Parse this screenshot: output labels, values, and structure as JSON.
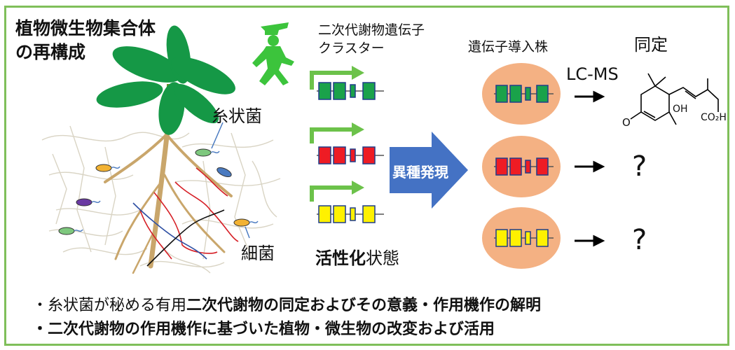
{
  "title": {
    "line1": "植物微生物集合体",
    "line2": "の再構成"
  },
  "labels": {
    "gene_cluster_1": "二次代謝物遺伝子",
    "gene_cluster_2": "クラスター",
    "transgenic": "遺伝子導入株",
    "identification": "同定",
    "lcms": "LC-MS",
    "filamentous": "糸状菌",
    "bacteria": "細菌",
    "heterologous": "異種発現",
    "active_state_bold": "活性化",
    "active_state_rest": "状態",
    "question1": "?",
    "question2": "?",
    "oh": "OH",
    "co2h": "CO₂H",
    "ketone_o": "O"
  },
  "bullets": [
    {
      "normal": "・糸状菌が秘める有用",
      "bold": "二次代謝物の同定およびその意義・作用機作の解明"
    },
    {
      "normal": "",
      "bold": "・二次代謝物の作用機作に基づいた植物・微生物の改変および活用"
    }
  ],
  "colors": {
    "border": "#7fbf5a",
    "leaf": "#159846",
    "green_gene": "#1aa24a",
    "red_gene": "#ee1c24",
    "yellow_gene": "#fff100",
    "arrow_green": "#6cc24a",
    "blue_arrow": "#4472c4",
    "cell": "#f4b183",
    "root": "#c9a66b"
  },
  "icons": [
    "walking-figure-icon",
    "plant-icon",
    "expression-arrow-icon",
    "molecule-structure-icon"
  ]
}
